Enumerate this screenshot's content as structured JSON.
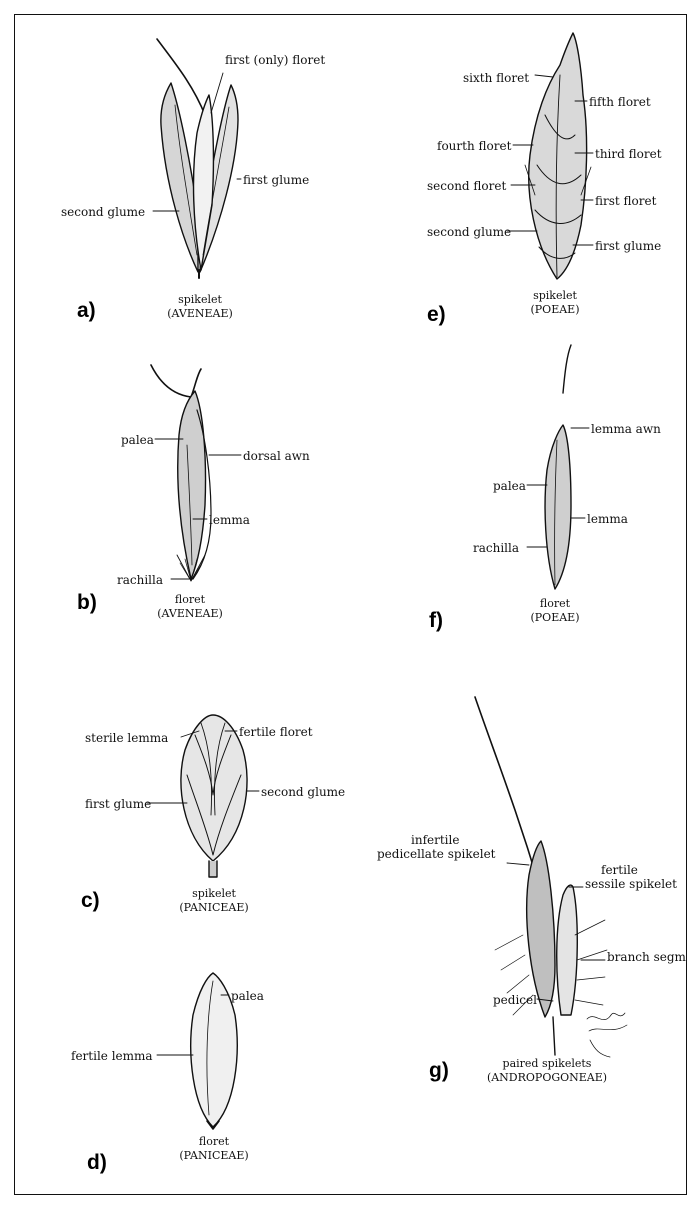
{
  "panels": {
    "a": {
      "letter": "a)",
      "caption1": "spikelet",
      "caption2": "(AVENEAE)",
      "labels": [
        "first (only) floret",
        "first glume",
        "second glume"
      ]
    },
    "b": {
      "letter": "b)",
      "caption1": "floret",
      "caption2": "(AVENEAE)",
      "labels": [
        "palea",
        "dorsal awn",
        "lemma",
        "rachilla"
      ]
    },
    "c": {
      "letter": "c)",
      "caption1": "spikelet",
      "caption2": "(PANICEAE)",
      "labels": [
        "sterile lemma",
        "fertile floret",
        "second glume",
        "first glume"
      ]
    },
    "d": {
      "letter": "d)",
      "caption1": "floret",
      "caption2": "(PANICEAE)",
      "labels": [
        "palea",
        "fertile lemma"
      ]
    },
    "e": {
      "letter": "e)",
      "caption1": "spikelet",
      "caption2": "(POEAE)",
      "labels": [
        "sixth floret",
        "fifth floret",
        "fourth floret",
        "third floret",
        "second floret",
        "first floret",
        "second glume",
        "first glume"
      ]
    },
    "f": {
      "letter": "f)",
      "caption1": "floret",
      "caption2": "(POEAE)",
      "labels": [
        "lemma awn",
        "palea",
        "lemma",
        "rachilla"
      ]
    },
    "g": {
      "letter": "g)",
      "caption1": "paired spikelets",
      "caption2": "(ANDROPOGONEAE)",
      "labels": [
        "infertile",
        "pedicellate spikelet",
        "fertile",
        "sessile spikelet",
        "branch segment",
        "pedicel"
      ]
    }
  }
}
